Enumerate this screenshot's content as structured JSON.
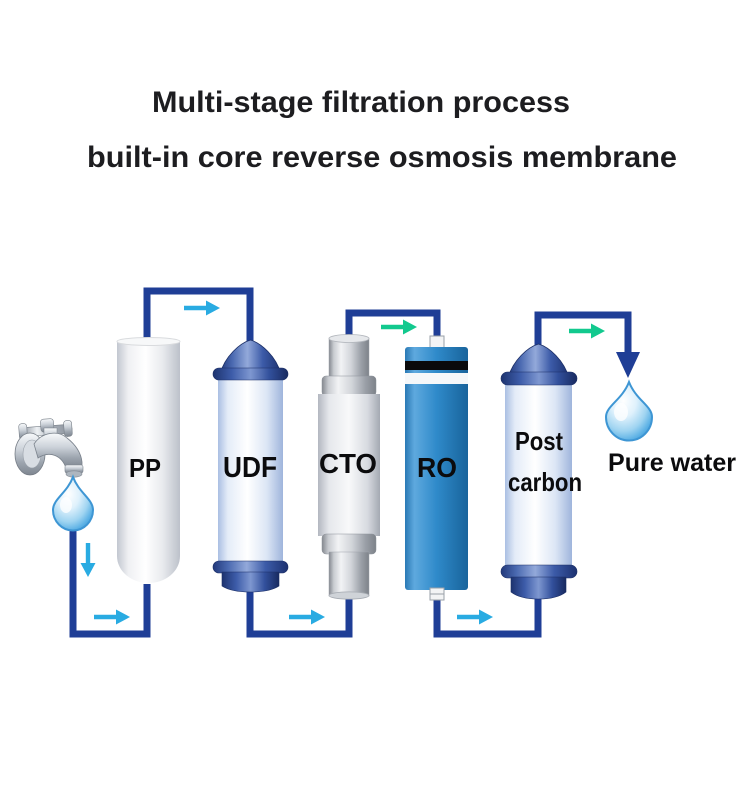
{
  "title": {
    "line1": "Multi-stage filtration process",
    "line2": "built-in core reverse osmosis membrane"
  },
  "stages": [
    {
      "id": "pp",
      "label": "PP"
    },
    {
      "id": "udf",
      "label": "UDF"
    },
    {
      "id": "cto",
      "label": "CTO"
    },
    {
      "id": "ro",
      "label": "RO"
    },
    {
      "id": "post-carbon",
      "label": "Post carbon",
      "label_line1": "Post",
      "label_line2": "carbon"
    }
  ],
  "output": {
    "label": "Pure water"
  },
  "icons": {
    "faucet": "faucet-icon",
    "feed_drop": "water-drop-icon",
    "outlet_drop": "pure-water-drop-icon",
    "flow_arrows": "arrow-right-icon / arrow-down-icon"
  },
  "colors": {
    "pipe": "#1f3e96",
    "arrow_blue": "#29abe2",
    "arrow_green": "#12c98e",
    "ro_body": "#2f8aca",
    "cap_blue": "#2c4d9e",
    "text": "#1d1d20"
  }
}
